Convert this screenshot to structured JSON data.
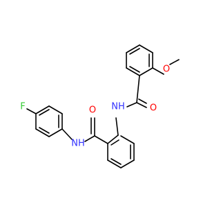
{
  "structure": {
    "atoms": {
      "fluorine": "F",
      "amide_nitrogen_left": "NH",
      "amide_oxygen_left": "O",
      "amide_nitrogen_right": "NH",
      "amide_oxygen_right": "O",
      "methoxy_oxygen": "O"
    },
    "colors": {
      "bond": "#000000",
      "F": "#33cc33",
      "N": "#3333ff",
      "O": "#ff0000"
    }
  }
}
